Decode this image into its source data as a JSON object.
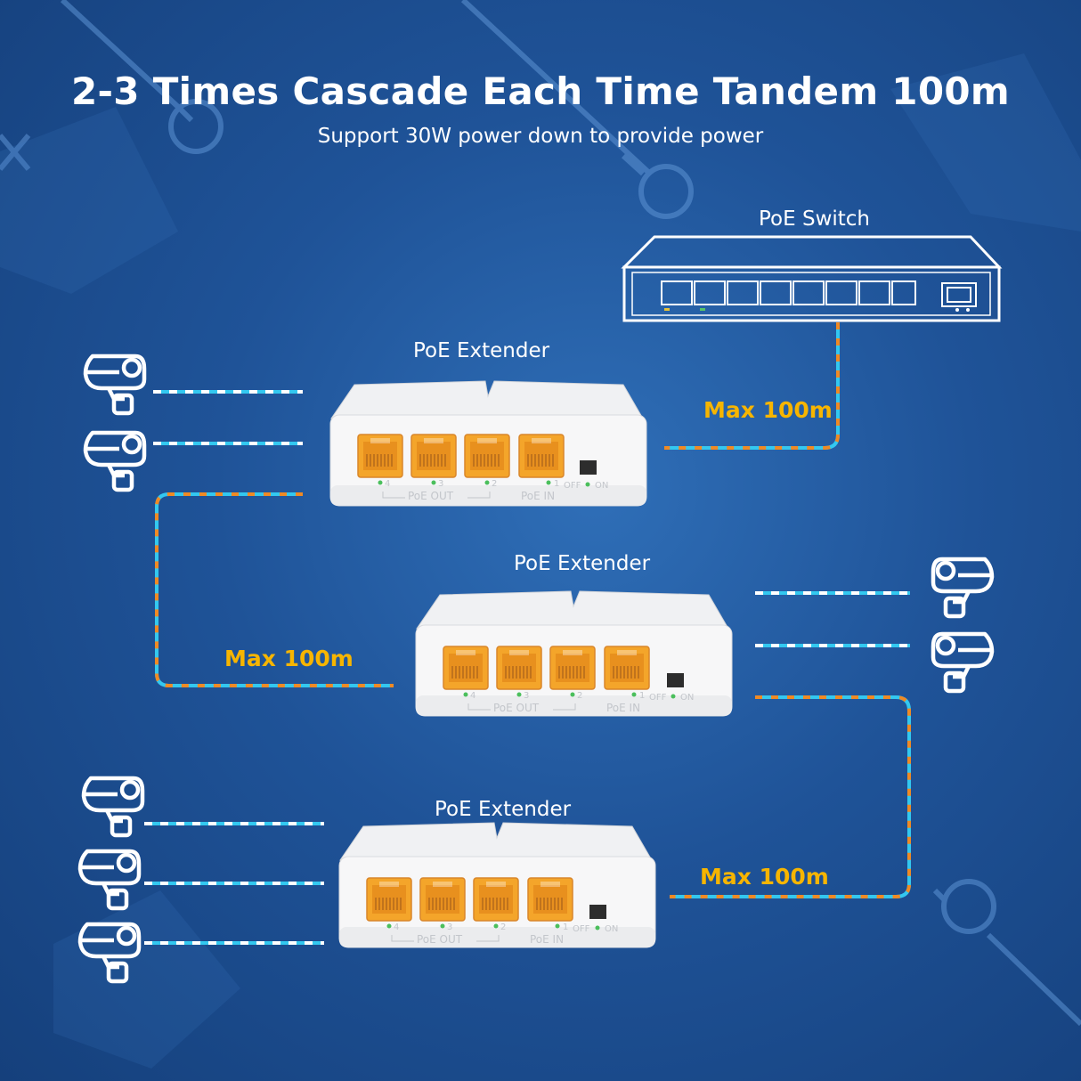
{
  "header": {
    "title": "2-3 Times Cascade Each Time Tandem 100m",
    "subtitle": "Support 30W power down to provide power"
  },
  "devices": {
    "switch": {
      "label": "PoE Switch"
    },
    "extenders": [
      {
        "label": "PoE Extender"
      },
      {
        "label": "PoE Extender"
      },
      {
        "label": "PoE Extender"
      }
    ],
    "extender_panel": {
      "port_numbers": [
        "4",
        "3",
        "2",
        "1"
      ],
      "out_label": "PoE  OUT",
      "in_label": "PoE  IN",
      "switch_off": "OFF",
      "switch_on": "ON"
    }
  },
  "links": {
    "distances": [
      "Max 100m",
      "Max 100m",
      "Max 100m"
    ]
  },
  "colors": {
    "background": "#1f5398",
    "label_accent": "#f7b500",
    "cable_blue": "#33c8f0",
    "cable_orange": "#f08a24",
    "port_orange": "#f4a52a"
  },
  "icons": [
    "camera-icon",
    "poe-switch-icon",
    "poe-extender-icon"
  ]
}
